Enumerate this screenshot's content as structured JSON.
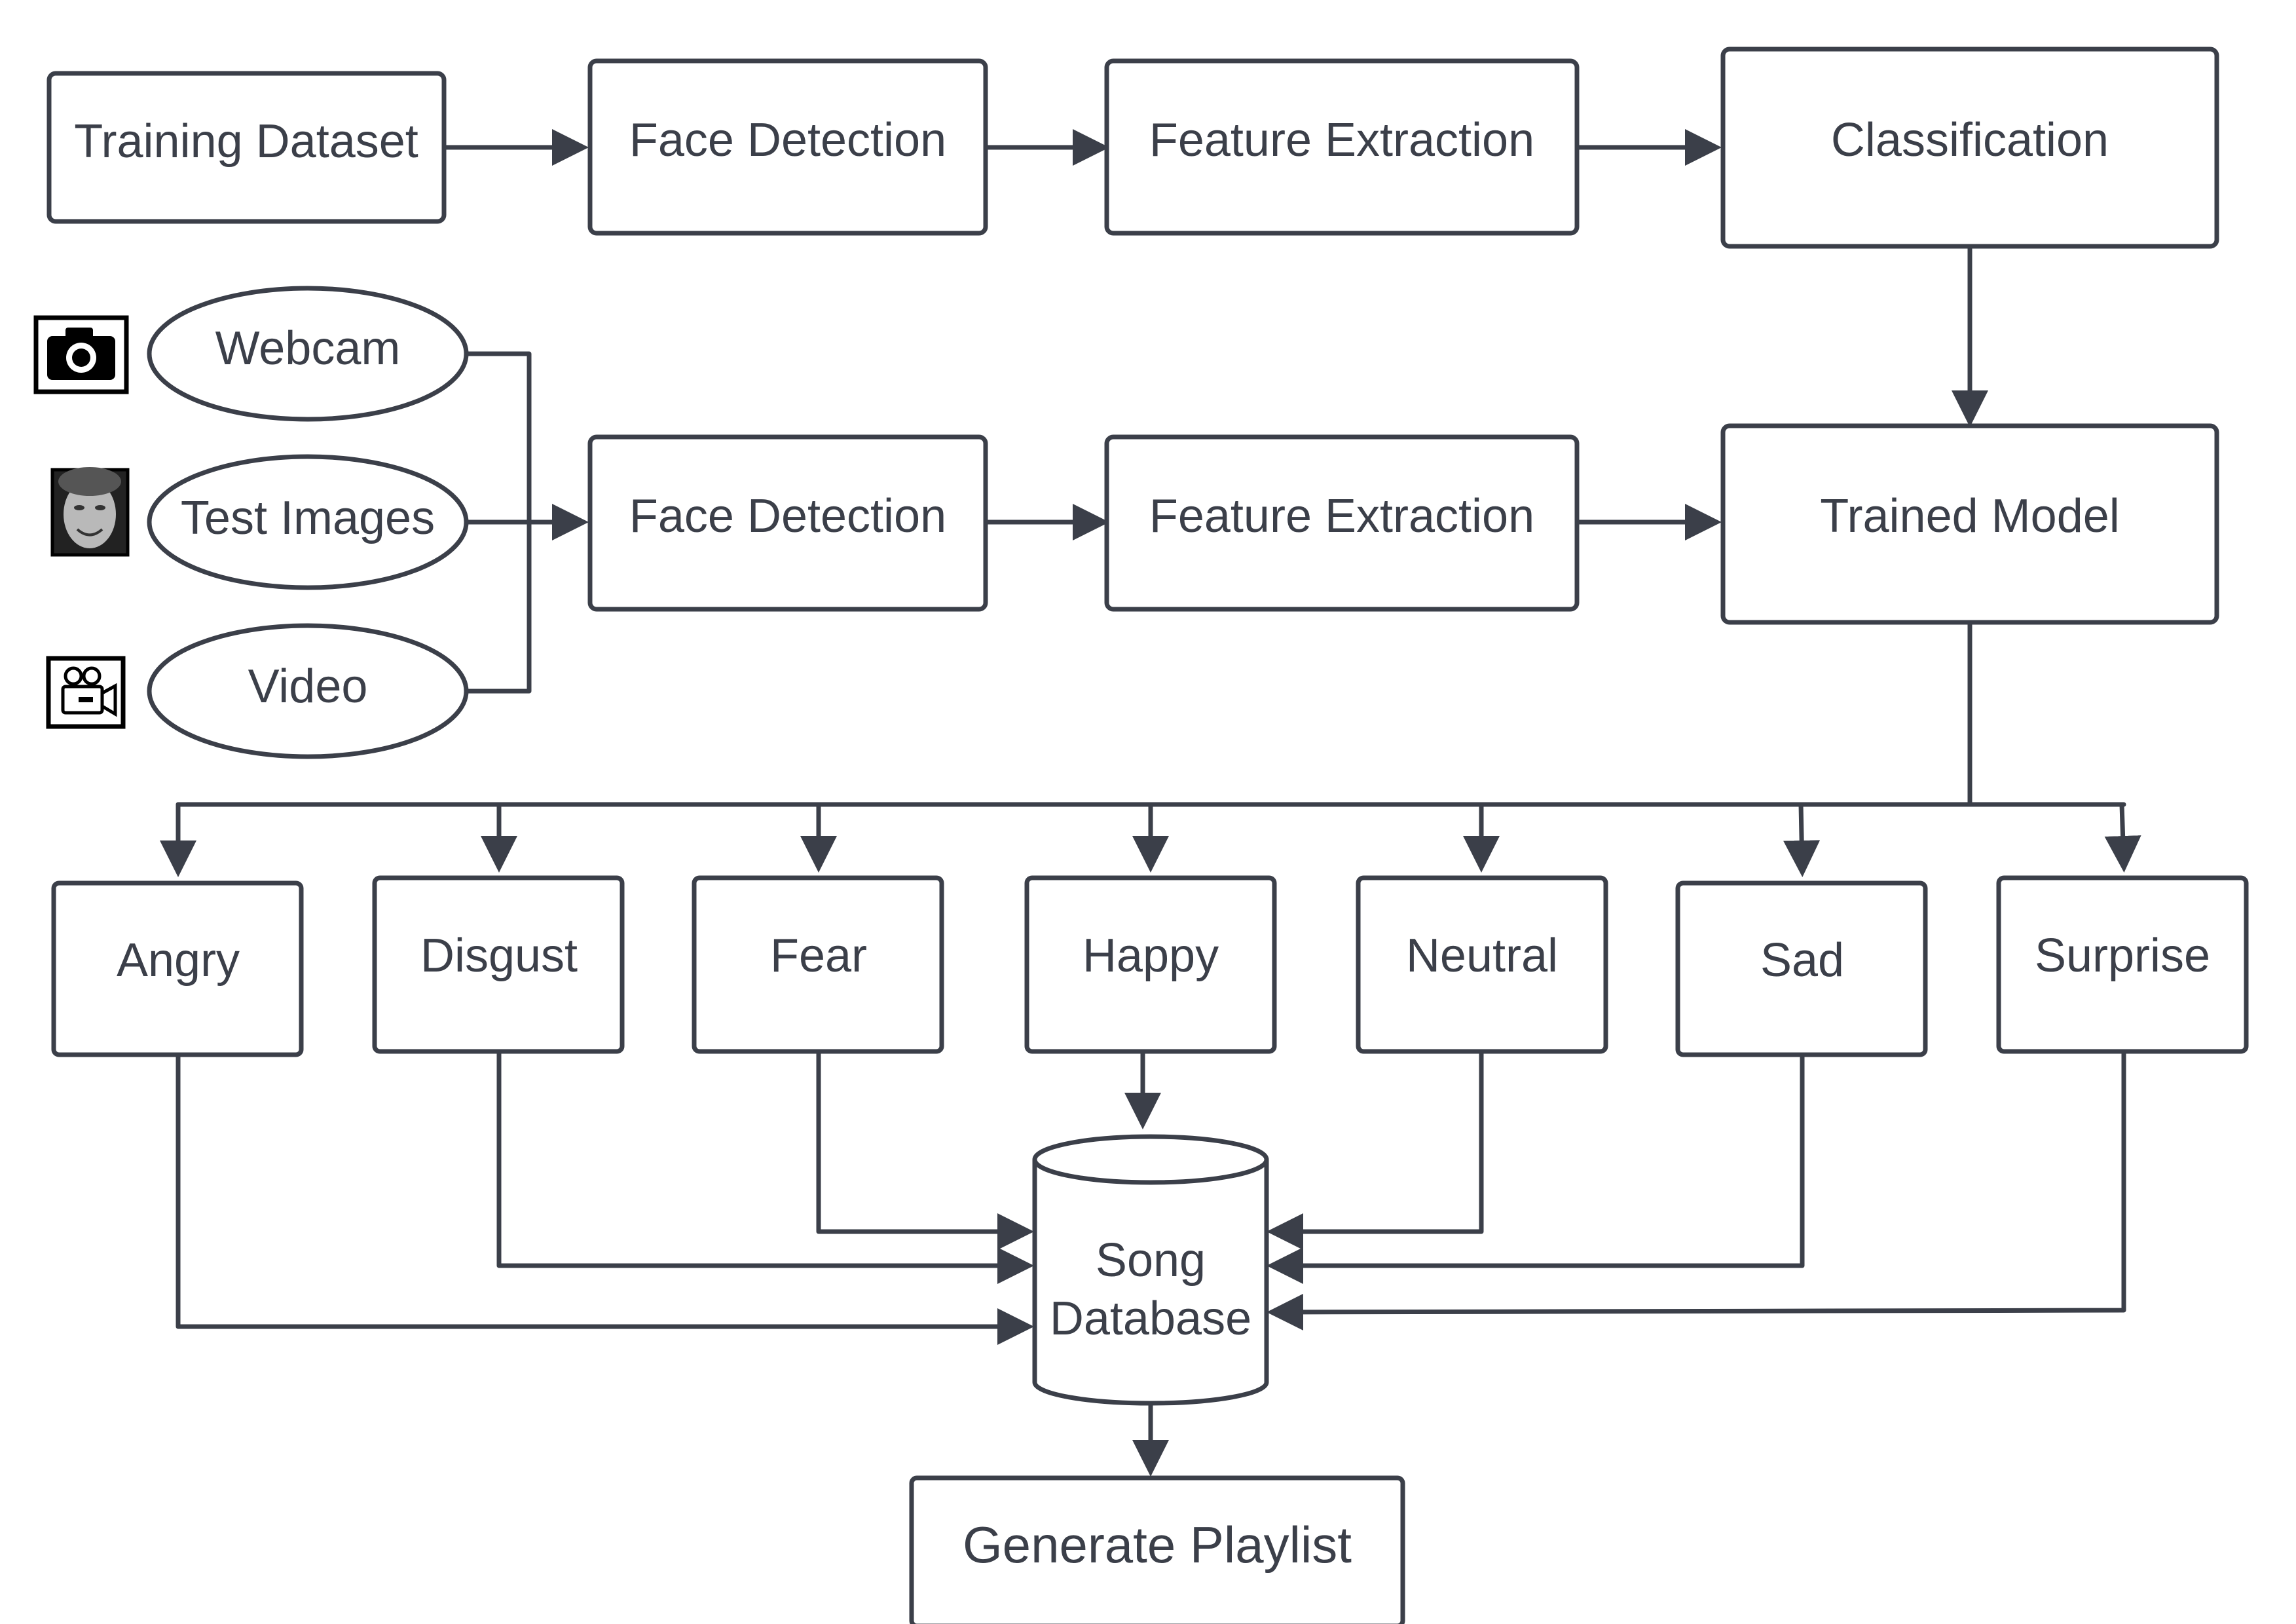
{
  "diagram": {
    "training_pipeline": {
      "training_dataset": "Training Dataset",
      "face_detection": "Face Detection",
      "feature_extraction": "Feature Extraction",
      "classification": "Classification"
    },
    "inputs": {
      "webcam": {
        "label": "Webcam",
        "icon": "camera-icon"
      },
      "test_images": {
        "label": "Test Images",
        "icon": "face-photo-icon"
      },
      "video": {
        "label": "Video",
        "icon": "video-camera-icon"
      }
    },
    "testing_pipeline": {
      "face_detection": "Face Detection",
      "feature_extraction": "Feature Extraction",
      "trained_model": "Trained Model"
    },
    "emotions": [
      "Angry",
      "Disgust",
      "Fear",
      "Happy",
      "Neutral",
      "Sad",
      "Surprise"
    ],
    "song_database": {
      "line1": "Song",
      "line2": "Database"
    },
    "generate_playlist": "Generate Playlist",
    "colors": {
      "stroke": "#3b3f49",
      "fill": "#ffffff"
    }
  }
}
